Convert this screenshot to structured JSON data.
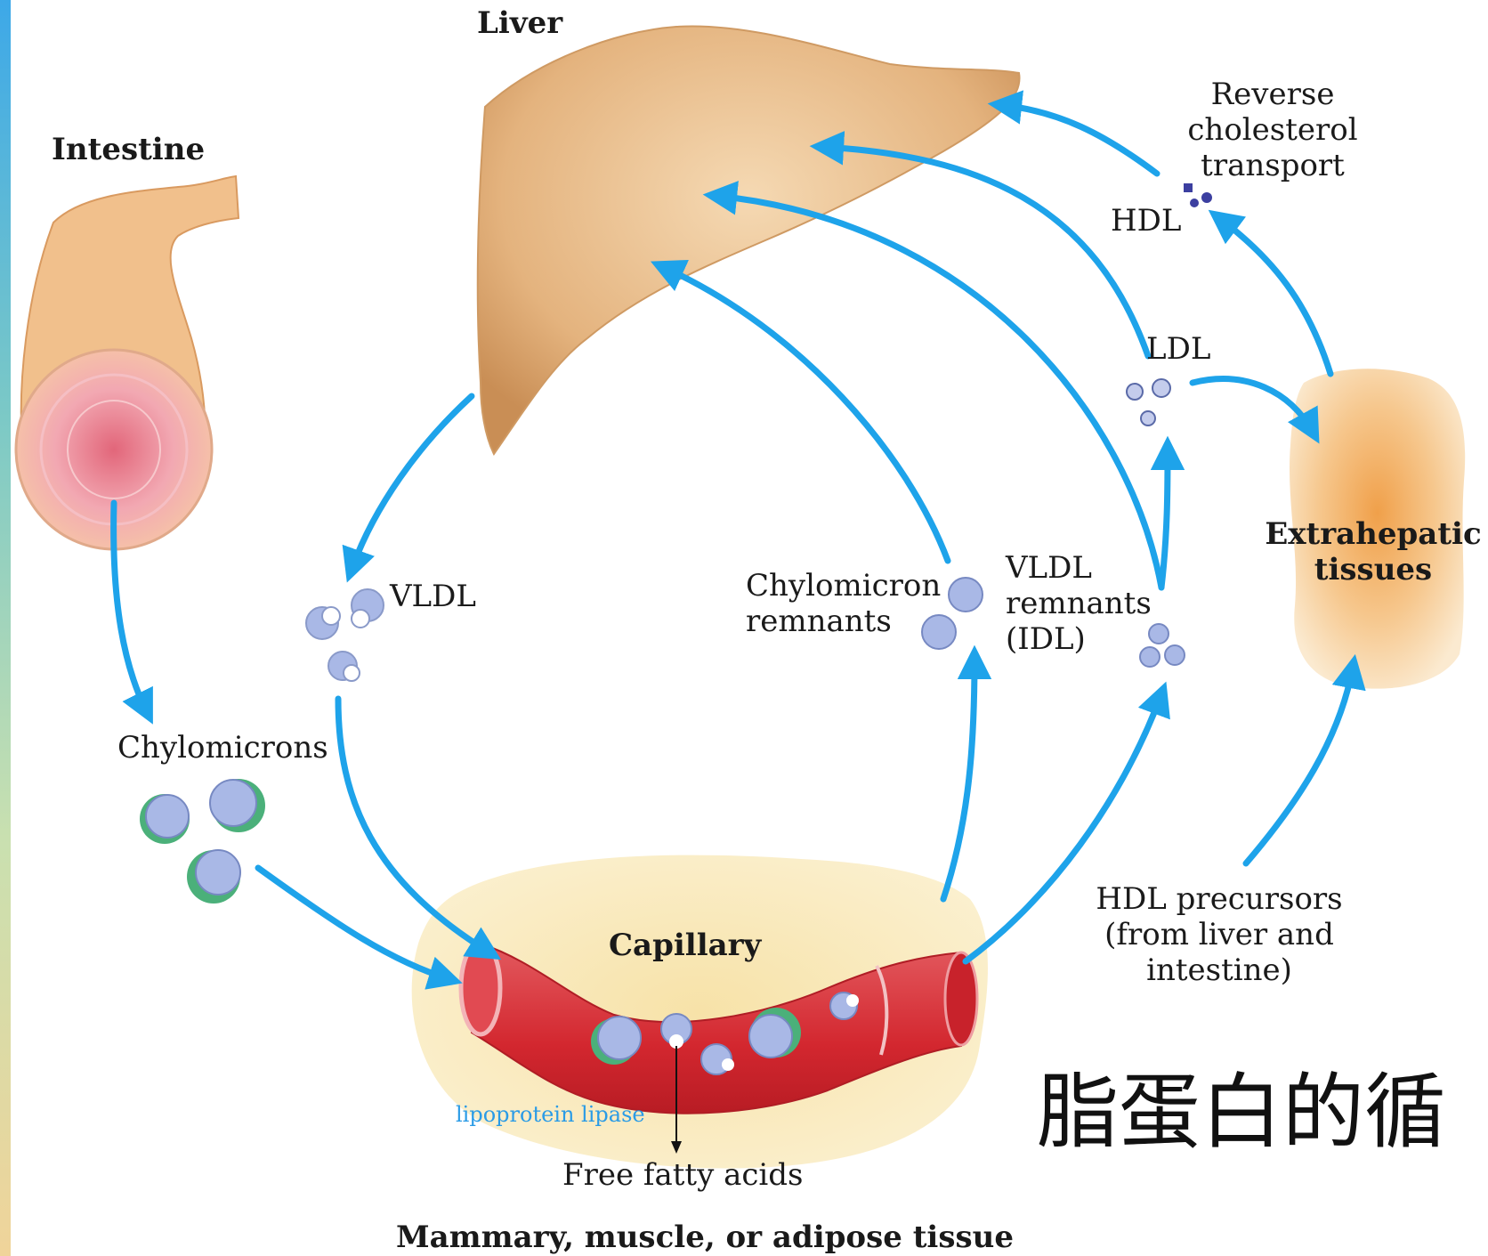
{
  "labels": {
    "liver": "Liver",
    "intestine": "Intestine",
    "reverse_transport": [
      "Reverse",
      "cholesterol",
      "transport"
    ],
    "hdl": "HDL",
    "ldl": "LDL",
    "extrahepatic": [
      "Extrahepatic",
      "tissues"
    ],
    "vldl": "VLDL",
    "chylomicron_remnants": [
      "Chylomicron",
      "remnants"
    ],
    "vldl_remnants": [
      "VLDL",
      "remnants",
      "(IDL)"
    ],
    "chylomicrons": "Chylomicrons",
    "capillary": "Capillary",
    "hdl_precursors": [
      "HDL precursors",
      "(from liver and",
      "intestine)"
    ],
    "lipoprotein_lipase": "lipoprotein lipase",
    "free_fatty_acids": "Free fatty acids",
    "tissue": "Mammary, muscle, or adipose tissue"
  },
  "caption": "脂蛋白的循",
  "colors": {
    "arrow": "#1ea3ea",
    "liver": "#e3b57f",
    "capillary": "#d8343c",
    "particle": "#a9b8e6",
    "chylomicron_cap": "#4bb07a"
  }
}
